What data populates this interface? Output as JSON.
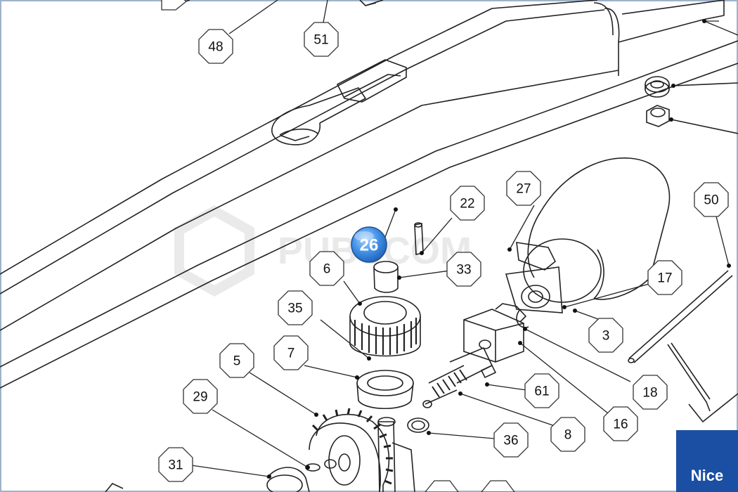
{
  "watermark": "PUBSCOM",
  "brand": "Nice",
  "highlight": {
    "label": "26",
    "color": "#2f7fd6"
  },
  "callouts": [
    "48",
    "51",
    "22",
    "27",
    "50",
    "6",
    "33",
    "35",
    "17",
    "3",
    "7",
    "5",
    "18",
    "29",
    "61",
    "16",
    "36",
    "8",
    "31"
  ]
}
